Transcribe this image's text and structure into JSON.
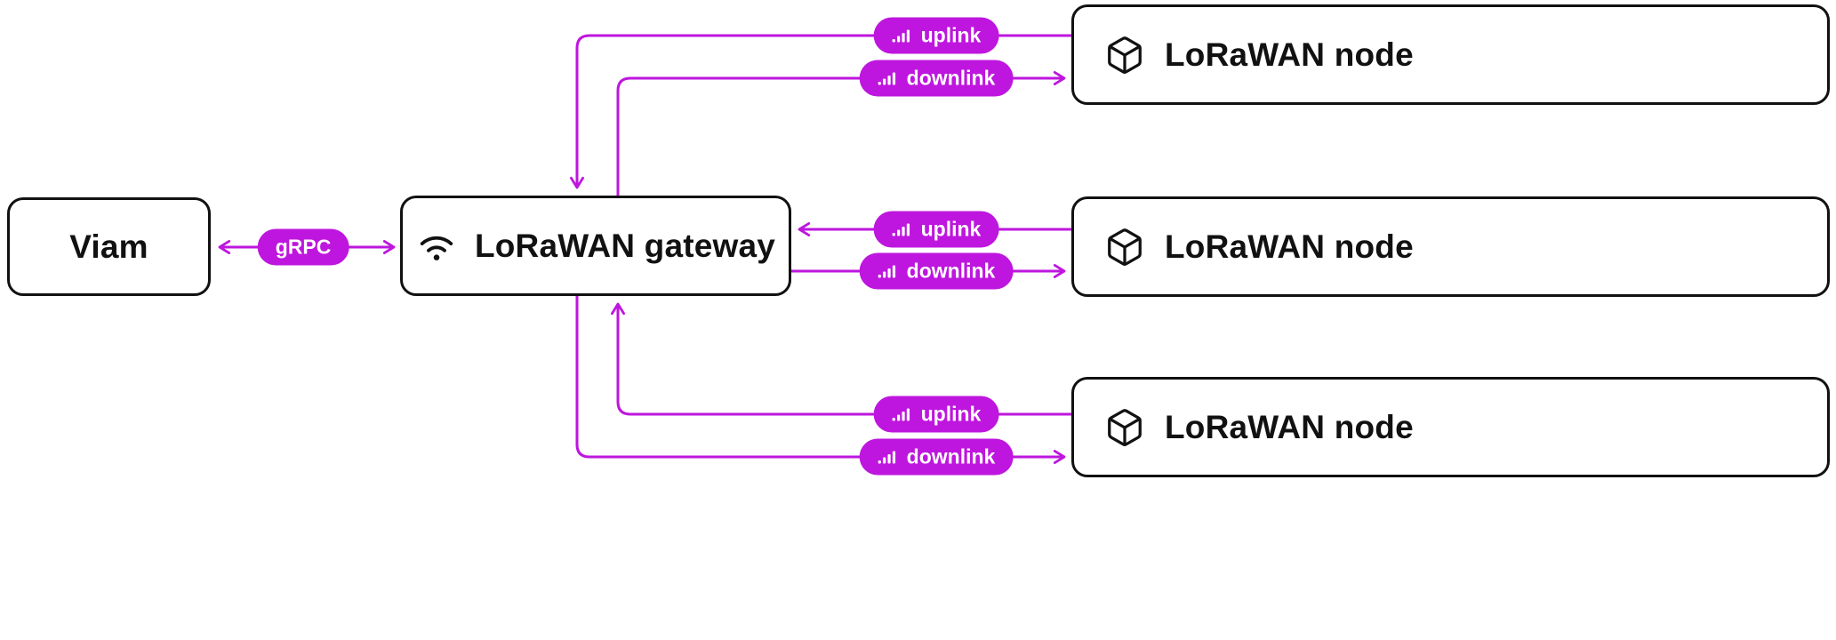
{
  "diagram": {
    "accent_color": "#BE16DE",
    "ink_color": "#111111",
    "viam": {
      "label": "Viam"
    },
    "grpc_link": {
      "label": "gRPC"
    },
    "gateway": {
      "label": "LoRaWAN gateway",
      "icon": "wifi-icon"
    },
    "link_icon": "signal-bars-icon",
    "nodes": [
      {
        "label": "LoRaWAN node",
        "icon": "cube-icon",
        "links": {
          "uplink": "uplink",
          "downlink": "downlink"
        }
      },
      {
        "label": "LoRaWAN node",
        "icon": "cube-icon",
        "links": {
          "uplink": "uplink",
          "downlink": "downlink"
        }
      },
      {
        "label": "LoRaWAN node",
        "icon": "cube-icon",
        "links": {
          "uplink": "uplink",
          "downlink": "downlink"
        }
      }
    ]
  }
}
